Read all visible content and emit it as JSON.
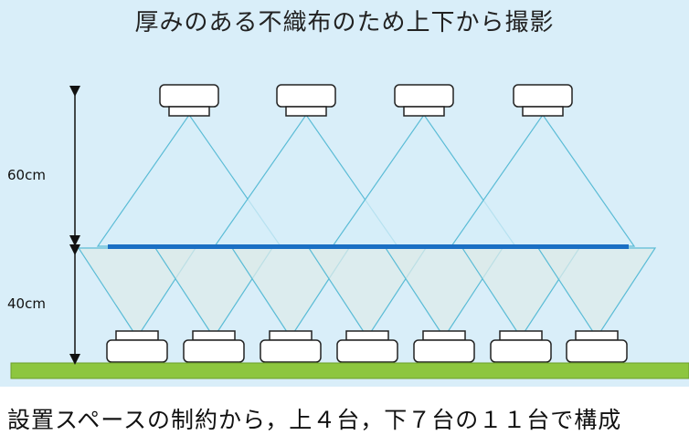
{
  "title": "厚みのある不織布のため上下から撮影",
  "dimensions": {
    "top": "60cm",
    "bottom": "40cm"
  },
  "caption": "設置スペースの制約から，上４台，下７台の１１台で構成",
  "cameras": {
    "top_count": 4,
    "bottom_count": 7
  },
  "colors": {
    "background_panel": "#d9eef9",
    "fabric_line": "#1a6fc4",
    "ground": "#8dc63f",
    "cone_top_fill": "#d5eef8",
    "cone_bottom_fill": "#dcebe9",
    "cone_stroke": "#5bbcd6",
    "camera_stroke": "#222222"
  }
}
